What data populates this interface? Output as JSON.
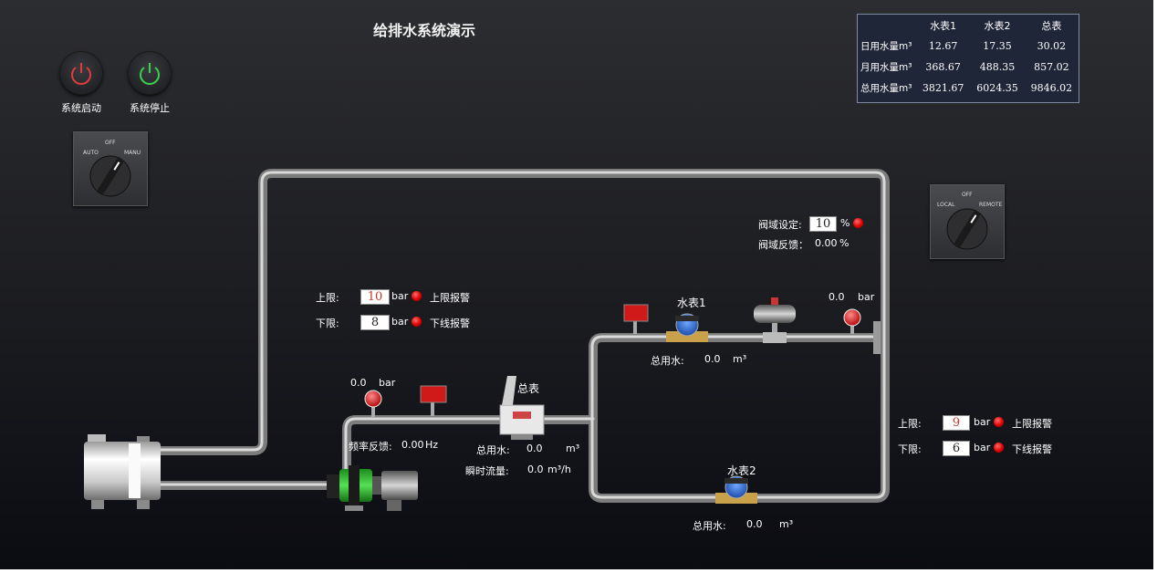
{
  "title": "给排水系统演示",
  "buttons": {
    "start_label": "系统启动",
    "stop_label": "系统停止",
    "start_color": "#e33b3b",
    "stop_color": "#3bd14a"
  },
  "selector1": {
    "left": "AUTO",
    "mid": "OFF",
    "right": "MANU"
  },
  "selector2": {
    "left": "LOCAL",
    "mid": "OFF",
    "right": "REMOTE"
  },
  "meter_table": {
    "headers": [
      "",
      "水表1",
      "水表2",
      "总表"
    ],
    "rows": [
      {
        "label": "日用水量m³",
        "values": [
          "12.67",
          "17.35",
          "30.02"
        ]
      },
      {
        "label": "月用水量m³",
        "values": [
          "368.67",
          "488.35",
          "857.02"
        ]
      },
      {
        "label": "总用水量m³",
        "values": [
          "3821.67",
          "6024.35",
          "9846.02"
        ]
      }
    ]
  },
  "valve": {
    "setpoint_label": "阀域设定:",
    "setpoint_value": "10",
    "setpoint_unit": "%",
    "feedback_label": "阀域反馈：",
    "feedback_value": "0.00",
    "feedback_unit": "%"
  },
  "limits_left": {
    "upper_label": "上限:",
    "upper_value": "10",
    "lower_label": "下限:",
    "lower_value": "8",
    "unit": "bar",
    "upper_alarm": "上限报警",
    "lower_alarm": "下线报警"
  },
  "limits_right": {
    "upper_label": "上限:",
    "upper_value": "9",
    "lower_label": "下限:",
    "lower_value": "6",
    "unit": "bar",
    "upper_alarm": "上限报警",
    "lower_alarm": "下线报警"
  },
  "pressure_left": {
    "value": "0.0",
    "unit": "bar"
  },
  "pressure_right": {
    "value": "0.0",
    "unit": "bar"
  },
  "pump": {
    "freq_label": "频率反馈:",
    "freq_value": "0.00",
    "freq_unit": "Hz"
  },
  "main_meter": {
    "name": "总表",
    "total_label": "总用水:",
    "total_value": "0.0",
    "total_unit": "m³",
    "flow_label": "瞬时流量:",
    "flow_value": "0.0",
    "flow_unit": "m³/h"
  },
  "meter1": {
    "name": "水表1",
    "total_label": "总用水:",
    "total_value": "0.0",
    "total_unit": "m³"
  },
  "meter2": {
    "name": "水表2",
    "total_label": "总用水:",
    "total_value": "0.0",
    "total_unit": "m³"
  }
}
